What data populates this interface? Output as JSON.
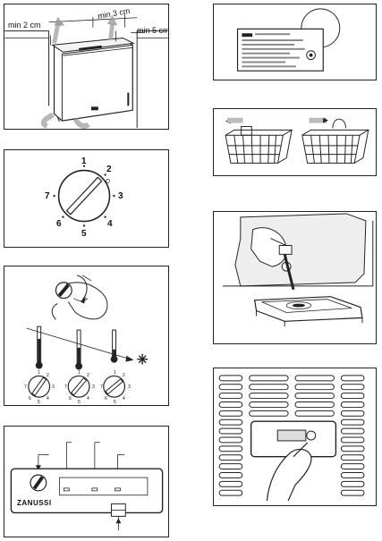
{
  "panel_clearance": {
    "labels": {
      "top": "min 3 cm",
      "left": "min 2 cm",
      "right": "min 5 cm"
    }
  },
  "panel_dial": {
    "numbers": [
      "1",
      "2",
      "3",
      "4",
      "5",
      "6",
      "7"
    ]
  },
  "panel_three_dials": {
    "numbers": [
      "1",
      "2",
      "3",
      "4",
      "5",
      "6",
      "7"
    ]
  },
  "panel_control": {
    "brand": "ZANUSSI"
  },
  "panel_rating": {},
  "panel_baskets": {},
  "panel_drain": {},
  "panel_interior": {}
}
